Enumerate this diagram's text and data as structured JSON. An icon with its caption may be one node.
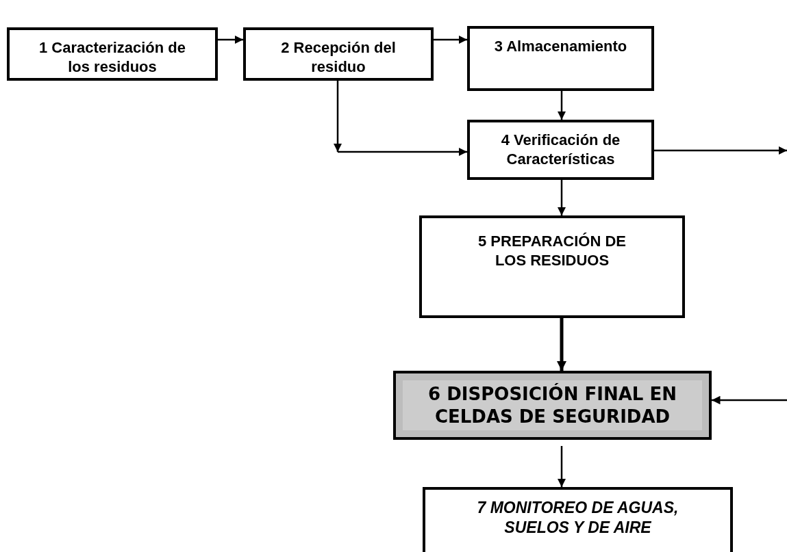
{
  "diagram": {
    "nodes": [
      {
        "text": [
          "1 Caracterización de los residuos"
        ]
      },
      {
        "text": [
          "2 Recepción del residuo"
        ]
      },
      {
        "text": [
          "3 Almacenamiento"
        ]
      },
      {
        "text": [
          "4 Verificación de Características"
        ]
      },
      {
        "text": [
          "5 PREPARACIÓN DE LOS RESIDUOS"
        ]
      },
      {
        "text": [
          "6 DISPOSICIÓN FINAL EN CELDAS DE SEGURIDAD"
        ]
      },
      {
        "text": [
          "7 MONITOREO DE AGUAS, SUELOS Y DE AIRE"
        ]
      }
    ],
    "edges": [
      {
        "from": 0,
        "to": 1,
        "arrow": "to"
      },
      {
        "from": 1,
        "to": 2,
        "arrow": "to"
      },
      {
        "from": 1,
        "to": null,
        "arrow": "to"
      },
      {
        "from": null,
        "to": 3,
        "arrow": "to"
      },
      {
        "from": 2,
        "to": 3,
        "arrow": "to"
      },
      {
        "from": 3,
        "to": null,
        "arrow": "to"
      },
      {
        "from": 3,
        "to": 4,
        "arrow": "to"
      },
      {
        "from": 4,
        "to": 5,
        "arrow": "to",
        "style": "thick"
      },
      {
        "from": null,
        "to": 5,
        "arrow": "to"
      },
      {
        "from": 5,
        "to": 6,
        "arrow": "to"
      }
    ]
  }
}
